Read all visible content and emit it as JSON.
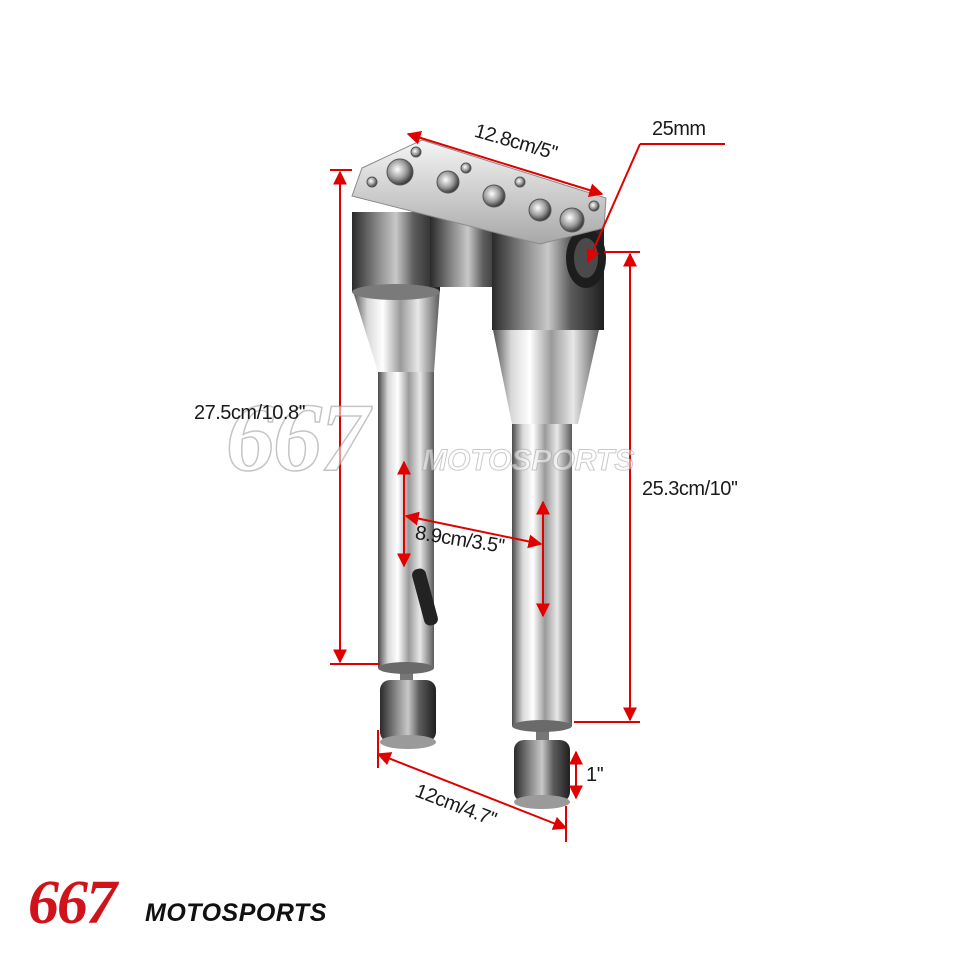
{
  "dimensions": {
    "top_width": "12.8cm/5''",
    "clamp_diameter": "25mm",
    "left_height": "27.5cm/10.8''",
    "right_height": "25.3cm/10''",
    "center_spacing": "8.9cm/3.5''",
    "base_width": "12cm/4.7''",
    "foot_height": "1''"
  },
  "brand": {
    "number": "667",
    "word": "MOTOSPORTS"
  },
  "watermark": {
    "number": "667",
    "word": "MOTOSPORTS"
  },
  "colors": {
    "dimension_line": "#e00000",
    "brand_red": "#d0121b",
    "chrome_dark": "#3a3a3a",
    "chrome_light": "#f2f2f2"
  }
}
